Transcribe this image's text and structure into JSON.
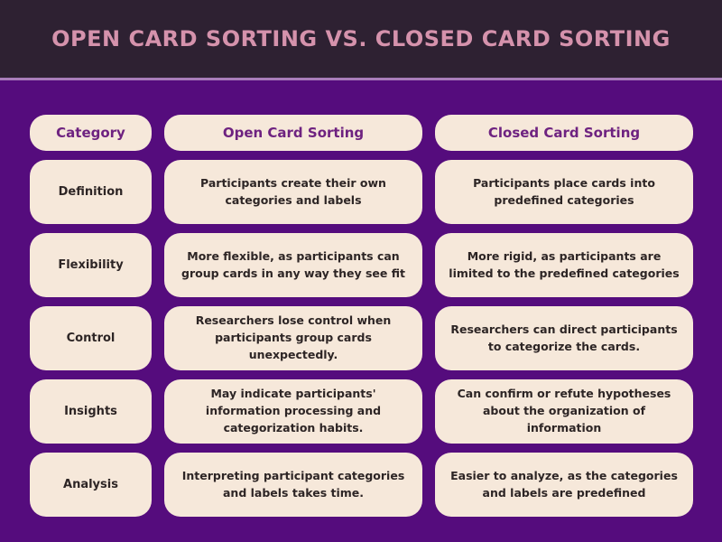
{
  "title": "OPEN CARD SORTING VS. CLOSED CARD SORTING",
  "colors": {
    "header_band": "#2e2132",
    "background": "#550c7d",
    "separator": "#a87cba",
    "card": "#f6e8da",
    "title_text": "#d592ac",
    "header_text": "#6e2280",
    "body_text": "#2d2525"
  },
  "table": {
    "headers": [
      "Category",
      "Open Card Sorting",
      "Closed Card Sorting"
    ],
    "rows": [
      {
        "category": "Definition",
        "open": "Participants create their own categories and labels",
        "closed": "Participants place cards into predefined categories"
      },
      {
        "category": "Flexibility",
        "open": "More flexible, as participants can group cards in any way they see fit",
        "closed": "More rigid, as participants are limited to the predefined categories"
      },
      {
        "category": "Control",
        "open": "Researchers lose control when participants group cards unexpectedly.",
        "closed": "Researchers can direct participants to categorize the cards."
      },
      {
        "category": "Insights",
        "open": "May indicate participants' information processing and categorization habits.",
        "closed": "Can confirm or refute hypotheses about the organization of information"
      },
      {
        "category": "Analysis",
        "open": "Interpreting participant categories and labels takes time.",
        "closed": "Easier to analyze, as the categories and labels are predefined"
      }
    ]
  }
}
